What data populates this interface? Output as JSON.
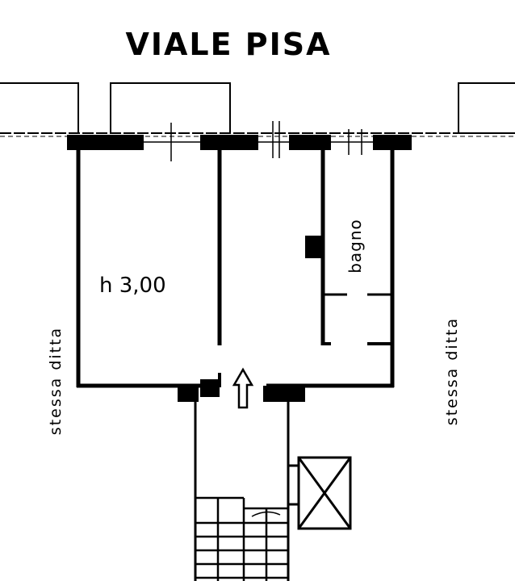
{
  "street_name": "VIALE PISA",
  "room_height": "h 3,00",
  "bathroom_label": "bagno",
  "left_neighbor_label": "stessa ditta",
  "right_neighbor_label": "stessa ditta",
  "colors": {
    "ink": "#000000",
    "paper": "#ffffff"
  }
}
